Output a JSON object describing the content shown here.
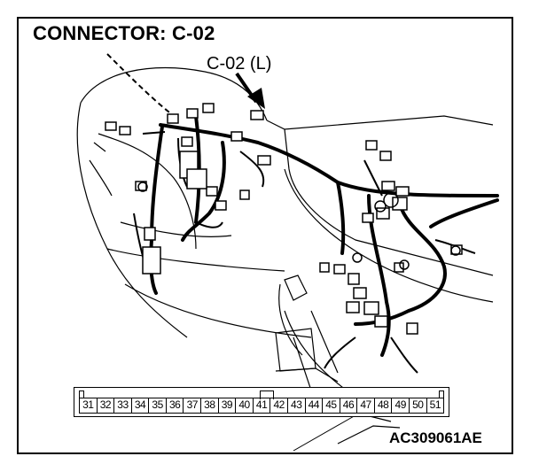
{
  "diagram": {
    "title": "CONNECTOR: C-02",
    "callout_label": "C-02 (L)",
    "figure_code": "AC309061AE",
    "pin_numbers": [
      "31",
      "32",
      "33",
      "34",
      "35",
      "36",
      "37",
      "38",
      "39",
      "40",
      "41",
      "42",
      "43",
      "44",
      "45",
      "46",
      "47",
      "48",
      "49",
      "50",
      "51"
    ]
  },
  "colors": {
    "line": "#000000",
    "background": "#ffffff"
  }
}
